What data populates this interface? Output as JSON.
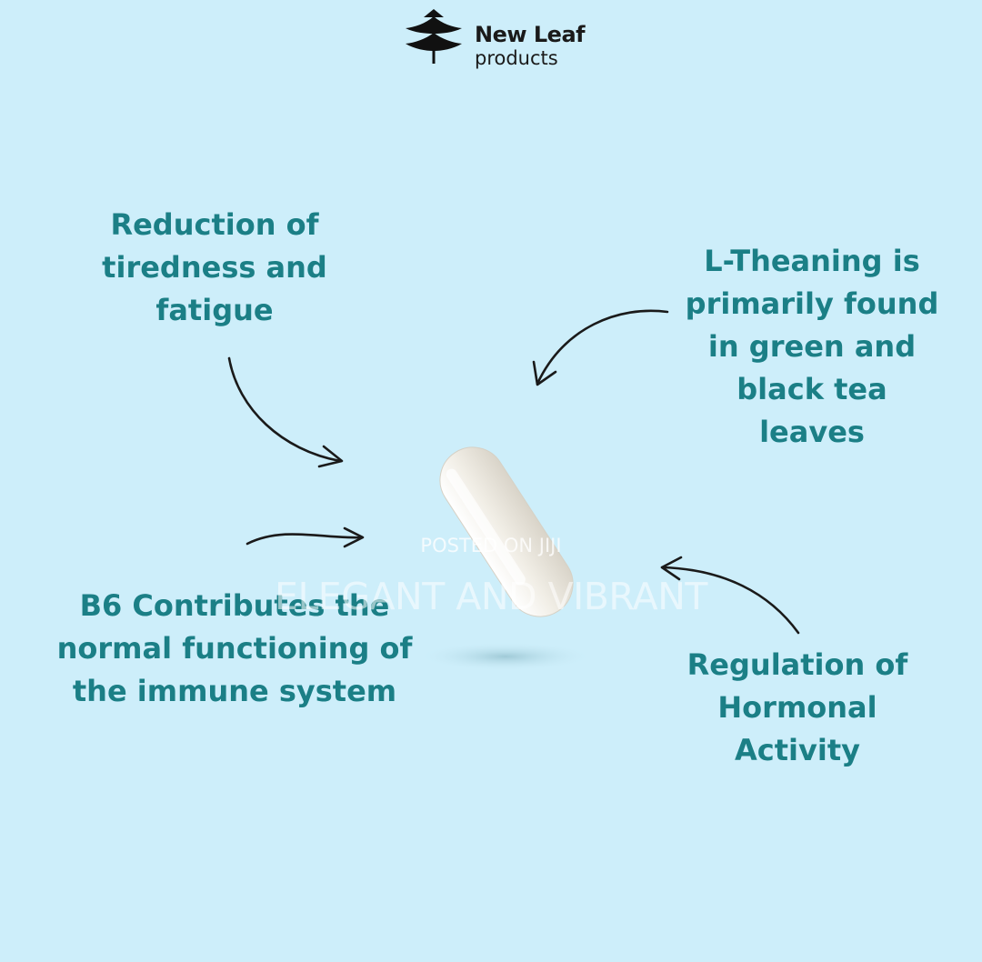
{
  "brand": {
    "name": "New Leaf",
    "sub": "products",
    "logo_icon": "tree-icon"
  },
  "callouts": {
    "tiredness": [
      "Reduction of",
      "tiredness and",
      "fatigue"
    ],
    "ltheanine": [
      "L-Theaning is",
      "primarily found",
      "in green and",
      "black tea",
      "leaves"
    ],
    "b6": [
      "B6 Contributes the",
      "normal functioning of",
      "the immune system"
    ],
    "hormonal": [
      "Regulation of",
      "Hormonal",
      "Activity"
    ]
  },
  "watermark": {
    "line1": "POSTED ON JIJI",
    "line2": "ELEGANT AND VIBRANT"
  },
  "colors": {
    "background": "#cdeefa",
    "text": "#1b7f86",
    "arrow": "#1a1a1a",
    "capsule": "#efece4"
  },
  "icons": [
    "tree-icon",
    "capsule-icon",
    "curved-arrow-icon"
  ]
}
